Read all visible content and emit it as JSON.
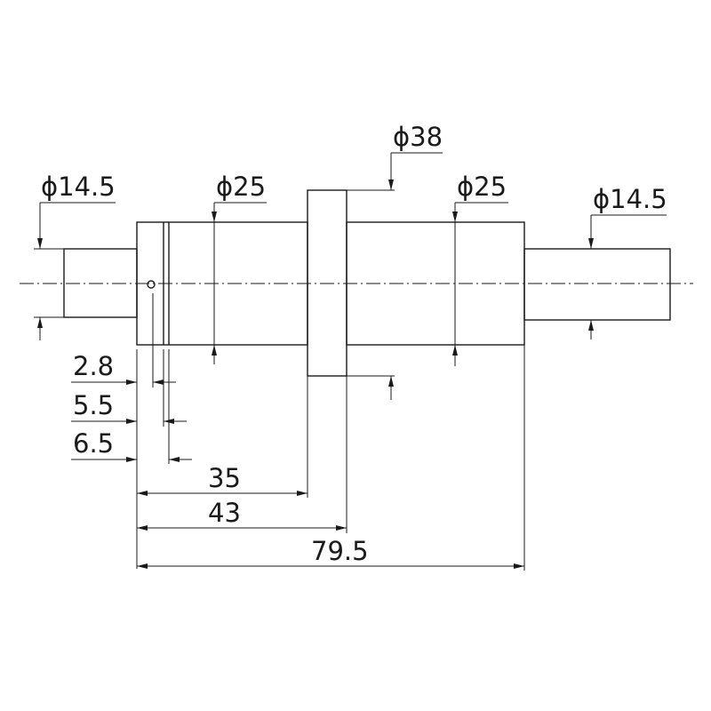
{
  "drawing": {
    "diameters": {
      "left_journal": "ϕ14.5",
      "left_body": "ϕ25",
      "collar": "ϕ38",
      "right_body": "ϕ25",
      "right_journal": "ϕ14.5"
    },
    "lengths": {
      "d_2_8": "2.8",
      "d_5_5": "5.5",
      "d_6_5": "6.5",
      "d_35": "35",
      "d_43": "43",
      "d_79_5": "79.5"
    }
  }
}
